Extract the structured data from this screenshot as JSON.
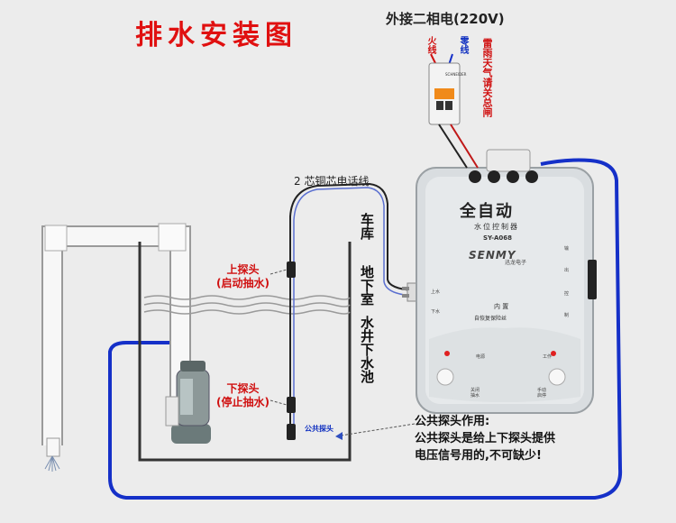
{
  "title": "排水安装图",
  "power": {
    "label": "外接二相电(220V)",
    "live_label": "火线",
    "neutral_label": "零线",
    "storm_note": "雷雨天气请关总闸"
  },
  "wire_label": "2 芯铜芯电话线",
  "location": {
    "garage": "车库",
    "underground": "地下室",
    "sump": "水井下水池"
  },
  "probes": {
    "upper": {
      "name": "上探头",
      "role": "(启动抽水)"
    },
    "lower": {
      "name": "下探头",
      "role": "(停止抽水)"
    },
    "common_tag": "公共探头"
  },
  "note": {
    "heading": "公共探头作用:",
    "line1": "公共探头是给上下探头提供",
    "line2": "电压信号用的,不可缺少!"
  },
  "controller": {
    "title": "全自动",
    "subtitle": "水位控制器",
    "model": "SY-A068",
    "brand": "SENMY",
    "maker": "迅龙电子",
    "inner": "内   置",
    "protect": "自恢复保险丝",
    "power_led": "电源",
    "work_led": "工作",
    "close_pump": [
      "关闭",
      "抽水"
    ],
    "manual_stop": [
      "手动",
      "启停"
    ],
    "in_labels": [
      "上水",
      "下水"
    ],
    "side_labels": [
      "输",
      "出",
      "控",
      "制"
    ],
    "breaker_text": "SCHNEIDER"
  },
  "colors": {
    "title_red": "#e01010",
    "wire_blue": "#1530c8",
    "pipe": "#f4f4f4",
    "pool_wall": "#333333"
  }
}
